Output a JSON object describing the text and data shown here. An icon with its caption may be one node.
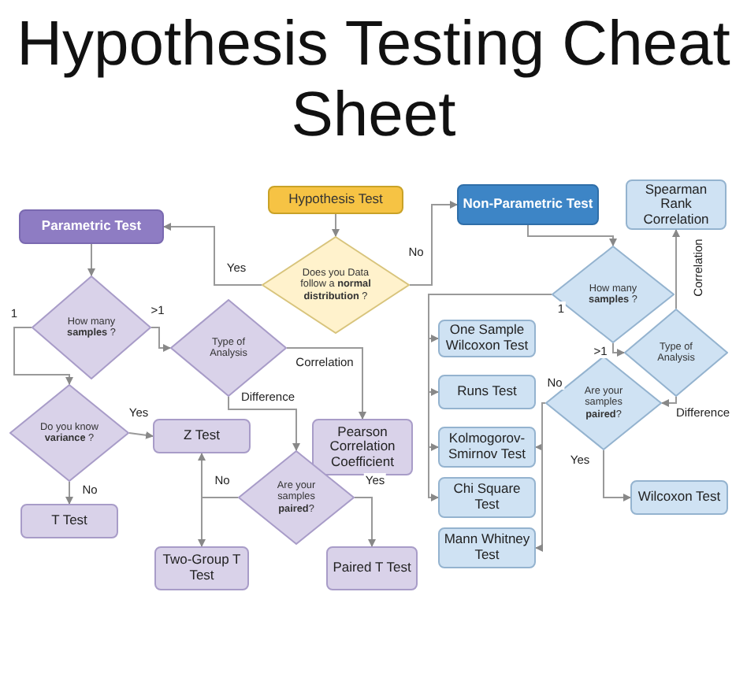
{
  "diagram": {
    "title": "Hypothesis Testing Cheat Sheet",
    "nodes": [
      {
        "text": [
          "Hypothesis Test"
        ]
      },
      {
        "text": [
          "Does you Data follow a **normal distribution** ?"
        ]
      },
      {
        "text": [
          "Parametric Test"
        ]
      },
      {
        "text": [
          "Non-Parametric Test"
        ]
      },
      {
        "text": [
          "Spearman Rank Correlation"
        ]
      },
      {
        "text": [
          "How many **samples** ?"
        ]
      },
      {
        "text": [
          "Type of Analysis"
        ]
      },
      {
        "text": [
          "Pearson Correlation Coefficient"
        ]
      },
      {
        "text": [
          "Do you know **variance** ?"
        ]
      },
      {
        "text": [
          "Z Test"
        ]
      },
      {
        "text": [
          "T Test"
        ]
      },
      {
        "text": [
          "Are your samples **paired**?"
        ]
      },
      {
        "text": [
          "Two-Group T Test"
        ]
      },
      {
        "text": [
          "Paired T Test"
        ]
      },
      {
        "text": [
          "How many **samples** ?"
        ]
      },
      {
        "text": [
          "Type of Analysis"
        ]
      },
      {
        "text": [
          "Are your samples **paired**?"
        ]
      },
      {
        "text": [
          "One Sample Wilcoxon Test"
        ]
      },
      {
        "text": [
          "Runs Test"
        ]
      },
      {
        "text": [
          "Kolmogorov-Smirnov Test"
        ]
      },
      {
        "text": [
          "Chi Square Test"
        ]
      },
      {
        "text": [
          "Mann Whitney Test"
        ]
      },
      {
        "text": [
          "Wilcoxon Test"
        ]
      }
    ],
    "edges": [
      {
        "from": 0,
        "to": 1,
        "arrow": "to"
      },
      {
        "from": 1,
        "to": 2,
        "arrow": "to",
        "label": "Yes"
      },
      {
        "from": 1,
        "to": 3,
        "arrow": "to",
        "label": "No"
      },
      {
        "from": 2,
        "to": 5,
        "arrow": "to"
      },
      {
        "from": 5,
        "to": 8,
        "arrow": "to",
        "label": "1"
      },
      {
        "from": 5,
        "to": 6,
        "arrow": "to",
        "label": ">1"
      },
      {
        "from": 6,
        "to": 7,
        "arrow": "to",
        "label": "Correlation"
      },
      {
        "from": 6,
        "to": 11,
        "arrow": "to",
        "label": "Difference"
      },
      {
        "from": 8,
        "to": 9,
        "arrow": "to",
        "label": "Yes"
      },
      {
        "from": 8,
        "to": 10,
        "arrow": "to",
        "label": "No"
      },
      {
        "from": 11,
        "to": 9,
        "arrow": "to"
      },
      {
        "from": 11,
        "to": 12,
        "arrow": "to",
        "label": "No"
      },
      {
        "from": 11,
        "to": 13,
        "arrow": "to",
        "label": "Yes"
      },
      {
        "from": 3,
        "to": 14,
        "arrow": "to"
      },
      {
        "from": 14,
        "to": 17,
        "arrow": "to",
        "label": "1"
      },
      {
        "from": 14,
        "to": 18,
        "arrow": "to"
      },
      {
        "from": 14,
        "to": 19,
        "arrow": "to"
      },
      {
        "from": 14,
        "to": 20,
        "arrow": "to"
      },
      {
        "from": 14,
        "to": 15,
        "arrow": "to",
        "label": ">1"
      },
      {
        "from": 15,
        "to": 4,
        "arrow": "to",
        "label": "Correlation"
      },
      {
        "from": 15,
        "to": 16,
        "arrow": "to",
        "label": "Difference"
      },
      {
        "from": 16,
        "to": 19,
        "arrow": "to",
        "label": "No"
      },
      {
        "from": 16,
        "to": 21,
        "arrow": "to"
      },
      {
        "from": 16,
        "to": 22,
        "arrow": "to",
        "label": "Yes"
      }
    ]
  }
}
